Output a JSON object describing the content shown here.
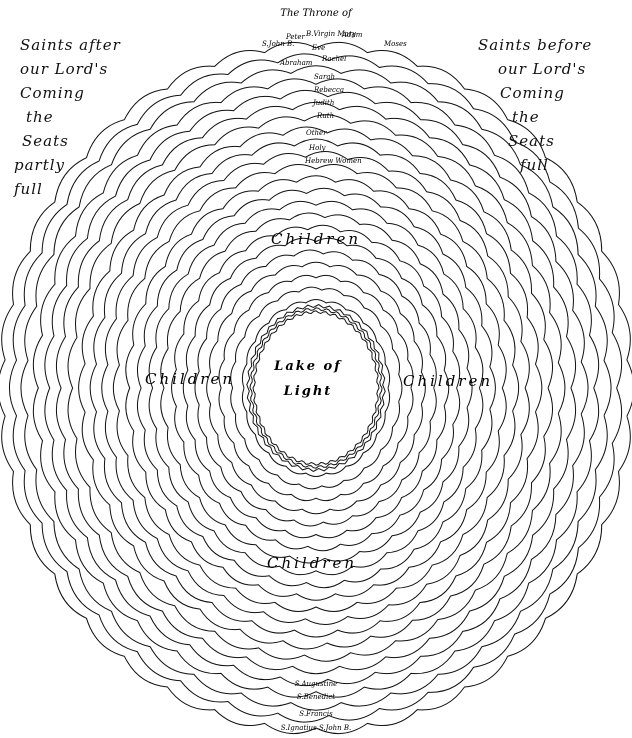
{
  "title": "The Throne of",
  "left_caption": [
    "Saints after",
    "our Lord's",
    "Coming",
    "the",
    "Seats",
    "partly",
    "full"
  ],
  "right_caption": [
    "Saints before",
    "our Lord's",
    "Coming",
    "the",
    "Seats",
    "full"
  ],
  "center": [
    "Lake of",
    "Light"
  ],
  "children_labels": [
    "Children",
    "Children",
    "Children",
    "Children"
  ],
  "names_top": [
    "S.John B.",
    "Peter",
    "B.Virgin Mary",
    "Adam",
    "Moses",
    "Eve",
    "Abraham",
    "Rachel",
    "Sarah",
    "Rebecca",
    "Judith",
    "Ruth",
    "Other",
    "Holy",
    "Hebrew Women"
  ],
  "names_bottom": [
    "S.Augustine",
    "S.Benedict",
    "S.Francis",
    "S.Ignatius S.John B."
  ]
}
